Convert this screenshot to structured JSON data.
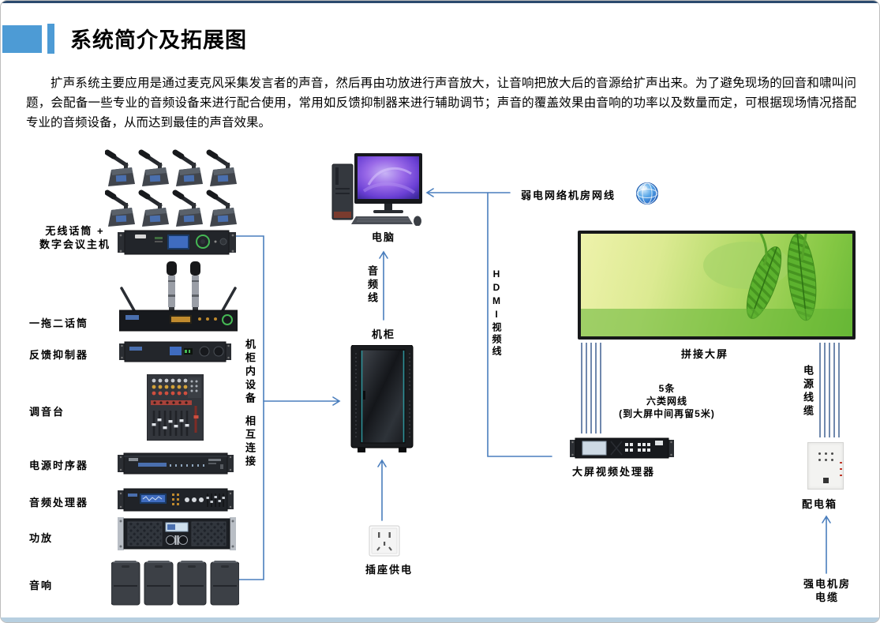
{
  "header": {
    "title": "系统简介及拓展图"
  },
  "intro": {
    "text": "扩声系统主要应用是通过麦克风采集发言者的声音，然后再由功放进行声音放大，让音响把放大后的音源给扩声出来。为了避免现场的回音和啸叫问题，会配备一些专业的音频设备来进行配合使用，常用如反馈抑制器来进行辅助调节；声音的覆盖效果由音响的功率以及数量而定，可根据现场情况搭配专业的音频设备，从而达到最佳的声音效果。"
  },
  "devices": {
    "conference_label_line1": "无线话筒 +",
    "conference_label_line2": "数字会议主机",
    "handheld_mics": "一拖二话筒",
    "feedback_suppressor": "反馈抑制器",
    "mixer": "调音台",
    "power_sequencer": "电源时序器",
    "audio_processor": "音频处理器",
    "amplifier": "功放",
    "speakers": "音响"
  },
  "nodes": {
    "computer": "电脑",
    "rack_cabinet": "机柜",
    "socket_power": "插座供电",
    "video_wall": "拼接大屏",
    "video_wall_processor": "大屏视频处理器",
    "distribution_box": "配电箱"
  },
  "connections": {
    "rack_internal_line1": "机柜内设备",
    "rack_internal_line2": "相互连接",
    "audio_cable": "音频线",
    "hdmi_cable": "HDMI视频线",
    "network_cable": "弱电网络机房网线",
    "cat6_line1": "5条",
    "cat6_line2": "六类网线",
    "cat6_line3": "(到大屏中间再留5米)",
    "power_cable": "电源线缆",
    "strong_power_line1": "强电机房",
    "strong_power_line2": "电缆"
  },
  "colors": {
    "accent_blue": "#4d9bd5",
    "connector_blue": "#4a7ebd",
    "cable_blue": "#33568a",
    "top_border": "#2c4a6e",
    "bottom_bar": "#b7cfe0"
  }
}
